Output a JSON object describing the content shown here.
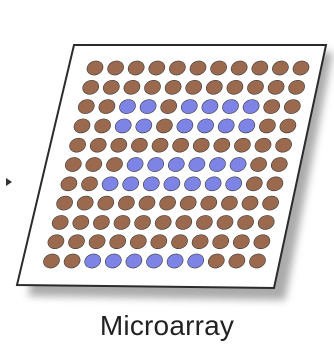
{
  "caption": "Microarray",
  "colors": {
    "spot_brown": "#9b6a4e",
    "spot_blue": "#7d84e6",
    "slide_fill": "#ffffff",
    "slide_border": "#2b2b2b",
    "slide_shadow": "#8f8f8f"
  },
  "grid": {
    "rows": 11,
    "cols": 11,
    "pattern": [
      "bbbbbbbbbbb",
      "bbbbbbbbbbb",
      "bbllbllllbb",
      "bbllbllllbb",
      "bbbbbbbbbbb",
      "bbbllllllbb",
      "bblllllllbb",
      "bbbbbbbbbbb",
      "bbbbbbbbbbb",
      "bbbbbbbbbbb",
      "bbllllllbbb"
    ]
  }
}
